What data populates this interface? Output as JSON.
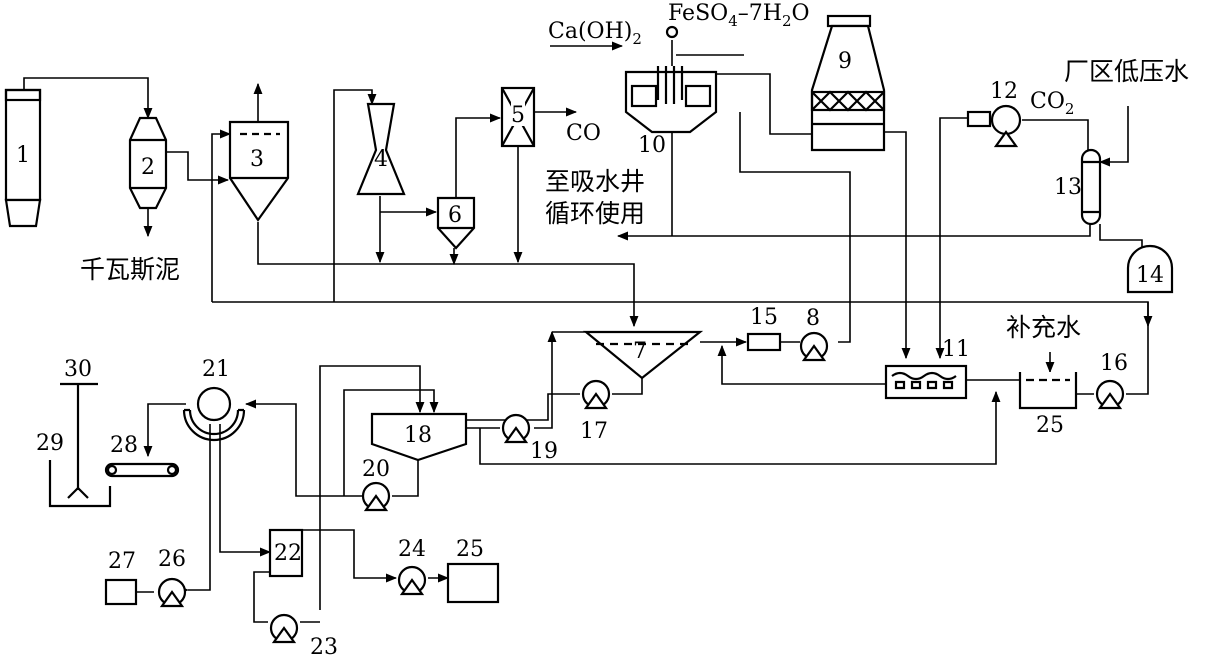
{
  "labels": {
    "n1": "1",
    "n2": "2",
    "n3": "3",
    "n4": "4",
    "n5": "5",
    "n6": "6",
    "n7": "7",
    "n8": "8",
    "n9": "9",
    "n10": "10",
    "n11": "11",
    "n12": "12",
    "n13": "13",
    "n14": "14",
    "n15": "15",
    "n16": "16",
    "n17": "17",
    "n18": "18",
    "n19": "19",
    "n20": "20",
    "n21": "21",
    "n22": "22",
    "n23": "23",
    "n24": "24",
    "n25a": "25",
    "n25b": "25",
    "n26": "26",
    "n27": "27",
    "n28": "28",
    "n29": "29",
    "n30": "30"
  },
  "annotations": {
    "sludge": "千瓦斯泥",
    "to_well_1": "至吸水井",
    "to_well_2": "循环使用",
    "low_pressure_water": "厂区低压水",
    "makeup_water": "补充水",
    "co": "CO",
    "caoh2": "Ca(OH)",
    "caoh2_sub": "2",
    "feso4_a": "FeSO",
    "feso4_sub4": "4",
    "feso4_b": "–7H",
    "feso4_sub2": "2",
    "feso4_c": "O",
    "co2": "CO",
    "co2_sub": "2"
  }
}
